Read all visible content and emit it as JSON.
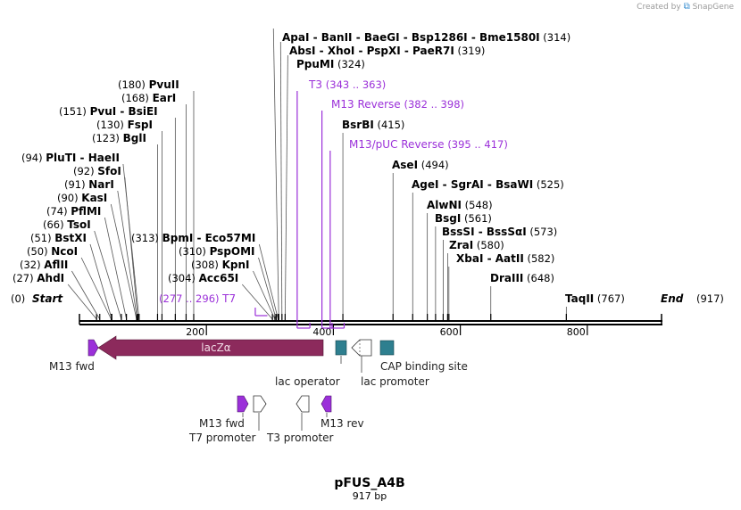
{
  "credit": {
    "prefix": "Created by",
    "brand": "SnapGene"
  },
  "map": {
    "name": "pFUS_A4B",
    "length_text": "917 bp",
    "total_bp": 917,
    "start_label": "Start",
    "start_pos": "(0)",
    "end_label": "End",
    "end_pos": "(917)",
    "ticks": [
      "200",
      "400",
      "600",
      "800"
    ],
    "tick_values": [
      200,
      400,
      600,
      800
    ],
    "colors": {
      "enzyme": "#000000",
      "primer": "#9b30d9",
      "lacz": "#8c2a5c",
      "teal": "#2e7f8f"
    }
  },
  "enzymes": [
    {
      "pos": 27,
      "parts": [
        "AhdI"
      ],
      "loc": "(27)"
    },
    {
      "pos": 32,
      "parts": [
        "AflII"
      ],
      "loc": "(32)"
    },
    {
      "pos": 50,
      "parts": [
        "NcoI"
      ],
      "loc": "(50)"
    },
    {
      "pos": 51,
      "parts": [
        "BstXI"
      ],
      "loc": "(51)"
    },
    {
      "pos": 66,
      "parts": [
        "TsoI"
      ],
      "loc": "(66)"
    },
    {
      "pos": 74,
      "parts": [
        "PflMI"
      ],
      "loc": "(74)"
    },
    {
      "pos": 90,
      "parts": [
        "KasI"
      ],
      "loc": "(90)"
    },
    {
      "pos": 91,
      "parts": [
        "NarI"
      ],
      "loc": "(91)"
    },
    {
      "pos": 92,
      "parts": [
        "SfoI"
      ],
      "loc": "(92)"
    },
    {
      "pos": 94,
      "parts": [
        "PluTI",
        "HaeII"
      ],
      "loc": "(94)"
    },
    {
      "pos": 123,
      "parts": [
        "BglI"
      ],
      "loc": "(123)"
    },
    {
      "pos": 130,
      "parts": [
        "FspI"
      ],
      "loc": "(130)"
    },
    {
      "pos": 151,
      "parts": [
        "PvuI",
        "BsiEI"
      ],
      "loc": "(151)"
    },
    {
      "pos": 168,
      "parts": [
        "EarI"
      ],
      "loc": "(168)"
    },
    {
      "pos": 180,
      "parts": [
        "PvuII"
      ],
      "loc": "(180)"
    },
    {
      "pos": 304,
      "parts": [
        "Acc65I"
      ],
      "loc": "(304)"
    },
    {
      "pos": 308,
      "parts": [
        "KpnI"
      ],
      "loc": "(308)"
    },
    {
      "pos": 310,
      "parts": [
        "PspOMI"
      ],
      "loc": "(310)"
    },
    {
      "pos": 313,
      "parts": [
        "BpmI",
        "Eco57MI"
      ],
      "loc": "(313)"
    },
    {
      "pos": 314,
      "parts": [
        "ApaI",
        "BanII",
        "BaeGI",
        "Bsp1286I",
        "Bme1580I"
      ],
      "loc": "(314)"
    },
    {
      "pos": 319,
      "parts": [
        "AbsI",
        "XhoI",
        "PspXI",
        "PaeR7I"
      ],
      "loc": "(319)"
    },
    {
      "pos": 324,
      "parts": [
        "PpuMI"
      ],
      "loc": "(324)"
    },
    {
      "pos": 415,
      "parts": [
        "BsrBI"
      ],
      "loc": "(415)"
    },
    {
      "pos": 494,
      "parts": [
        "AseI"
      ],
      "loc": "(494)"
    },
    {
      "pos": 525,
      "parts": [
        "AgeI",
        "SgrAI",
        "BsaWI"
      ],
      "loc": "(525)"
    },
    {
      "pos": 548,
      "parts": [
        "AlwNI"
      ],
      "loc": "(548)"
    },
    {
      "pos": 561,
      "parts": [
        "BsgI"
      ],
      "loc": "(561)"
    },
    {
      "pos": 573,
      "parts": [
        "BssSI",
        "BssSαI"
      ],
      "loc": "(573)"
    },
    {
      "pos": 580,
      "parts": [
        "ZraI"
      ],
      "loc": "(580)"
    },
    {
      "pos": 582,
      "parts": [
        "XbaI",
        "AatII"
      ],
      "loc": "(582)"
    },
    {
      "pos": 648,
      "parts": [
        "DraIII"
      ],
      "loc": "(648)"
    },
    {
      "pos": 767,
      "parts": [
        "TaqII"
      ],
      "loc": "(767)"
    }
  ],
  "primer_sites": [
    {
      "name": "T7",
      "range": "(277 .. 296)",
      "start": 277,
      "end": 296
    },
    {
      "name": "T3",
      "range": "(343 .. 363)",
      "start": 343,
      "end": 363
    },
    {
      "name": "M13 Reverse",
      "range": "(382 .. 398)",
      "start": 382,
      "end": 398
    },
    {
      "name": "M13/pUC Reverse",
      "range": "(395 .. 417)",
      "start": 395,
      "end": 417
    }
  ],
  "features": {
    "lacz": {
      "label": "lacZα"
    },
    "m13_fwd": {
      "label": "M13 fwd"
    },
    "lac_operator": {
      "label": "lac operator"
    },
    "lac_promoter": {
      "label": "lac promoter"
    },
    "cap_site": {
      "label": "CAP binding site"
    },
    "m13_fwd_2": {
      "label": "M13 fwd"
    },
    "t7_promoter": {
      "label": "T7 promoter"
    },
    "t3_promoter": {
      "label": "T3 promoter"
    },
    "m13_rev": {
      "label": "M13 rev"
    }
  }
}
